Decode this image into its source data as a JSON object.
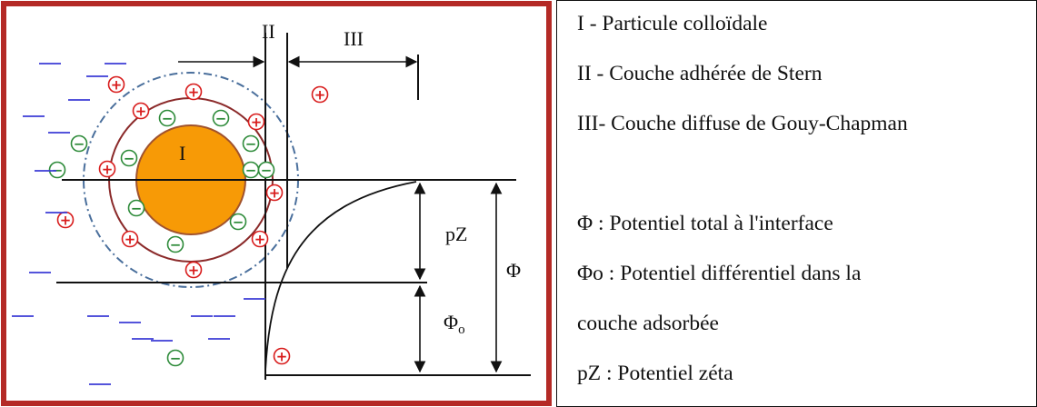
{
  "diagram": {
    "zones": {
      "particle": "I",
      "stern": "II",
      "diffuse": "III"
    },
    "potentials": {
      "total": "Φ",
      "zeta": "pZ",
      "stern_symbol": "Φ",
      "stern_subscript": "o"
    },
    "signs": {
      "positive": "+",
      "negative": "−"
    },
    "colors": {
      "frame": "#b42a26",
      "particle_fill": "#f79a06",
      "particle_stroke": "#a0522d",
      "positive_ion": "#d81c1c",
      "negative_ion": "#2e8b3a",
      "free_negative": "#3b3bd6",
      "stern_ring": "#8b2a2a",
      "diffuse_ring": "#4a6f9c"
    }
  },
  "legend": {
    "items": [
      "I - Particule colloïdale",
      "II - Couche adhérée de Stern",
      "III- Couche diffuse de Gouy-Chapman",
      "",
      "Φ : Potentiel total à l'interface",
      "Φo : Potentiel différentiel dans la",
      "couche adsorbée",
      "pZ : Potentiel zéta"
    ]
  }
}
